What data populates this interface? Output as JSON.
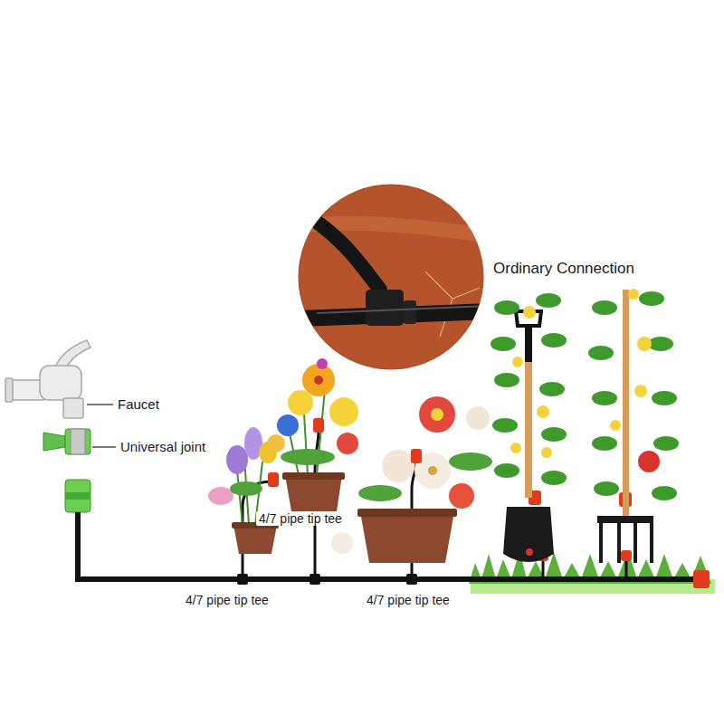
{
  "diagram": {
    "labels": [
      "Ordinary Connection",
      "Faucet",
      "Universal joint",
      "4/7 pipe tip tee",
      "4/7 pipe tip tee",
      "4/7 pipe tip tee"
    ]
  }
}
